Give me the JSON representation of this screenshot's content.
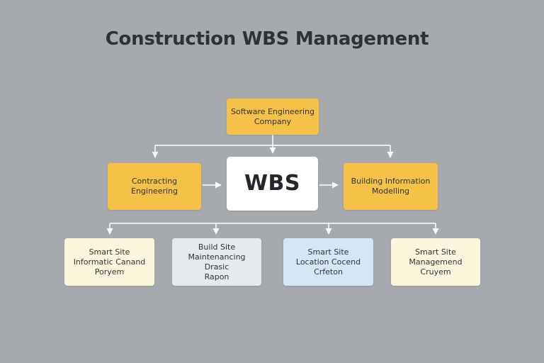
{
  "title": "Construction WBS Management",
  "colors": {
    "background": "#a6a9ad",
    "accent_yellow": "#f5c146",
    "center": "#ffffff",
    "cream": "#fcf7dc",
    "grey": "#e6eaee",
    "blue": "#d5e6f6",
    "connector": "#ffffff"
  },
  "nodes": {
    "top": "Software Engineering\nCompany",
    "center": "WBS",
    "left": "Contracting\nEngineering",
    "right": "Building Information\nModelling",
    "bottom": [
      "Smart Site\nInformatic Canand\nPoryem",
      "Build Site\nMaintenancing\nDrasic\nRapon",
      "Smart Site\nLocation Cocend\nCrfeton",
      "Smart Site\nManagemend\nCruyem"
    ]
  }
}
